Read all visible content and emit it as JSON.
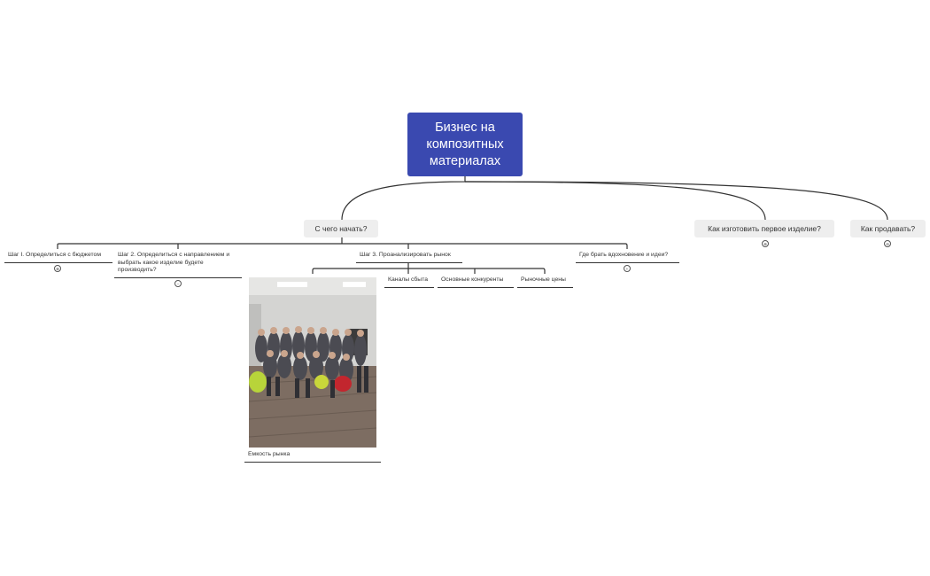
{
  "root": {
    "title": "Бизнес на композитных материалах"
  },
  "branches": {
    "start": {
      "label": "С чего начать?"
    },
    "make": {
      "label": "Как изготовить первое изделие?",
      "badge": "⊕"
    },
    "sell": {
      "label": "Как продавать?",
      "badge": "⊖"
    }
  },
  "steps": {
    "step1": {
      "label": "Шаг I. Определиться с бюджетом",
      "badge": "⊕"
    },
    "step2": {
      "label": "Шаг 2. Определиться с направлением и выбрать какое изделие будете производить?",
      "badge": "–"
    },
    "step3": {
      "label": "Шаг 3. Проанализировать рынок"
    },
    "ideas": {
      "label": "Где брать вдохновение и идеи?",
      "badge": "+"
    }
  },
  "market": {
    "capacity": {
      "label": "Емкость рынка"
    },
    "channels": {
      "label": "Каналы сбыта"
    },
    "competitors": {
      "label": "Основные конкуренты"
    },
    "prices": {
      "label": "Рыночные цены"
    }
  },
  "colors": {
    "root_bg": "#3a49b0",
    "branch_bg": "#eeeeee",
    "line": "#333333"
  }
}
